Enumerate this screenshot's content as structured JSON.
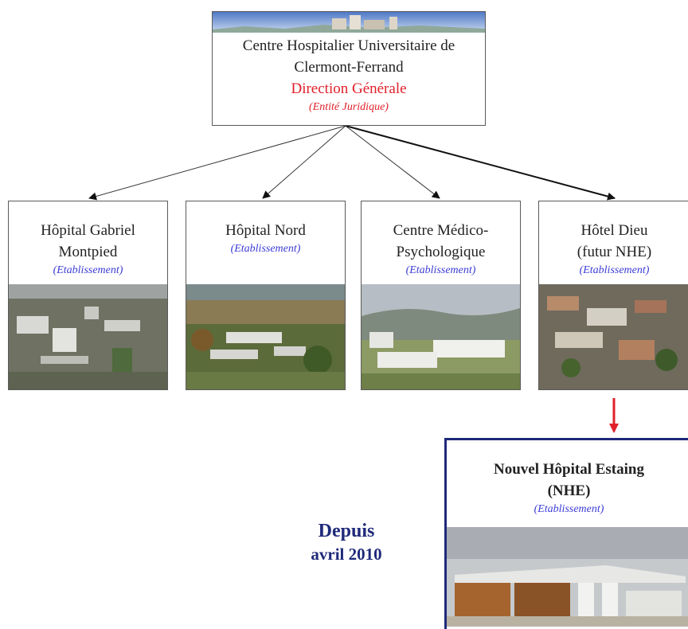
{
  "root": {
    "line1": "Centre Hospitalier Universitaire de",
    "line2": "Clermont-Ferrand",
    "line3": "Direction Générale",
    "line4": "(Entité Juridique)"
  },
  "children": [
    {
      "line1": "Hôpital Gabriel",
      "line2": "Montpied",
      "type": "(Etablissement)"
    },
    {
      "line1": "Hôpital Nord",
      "type": "(Etablissement)"
    },
    {
      "line1": "Centre Médico-",
      "line2": "Psychologique",
      "type": "(Etablissement)"
    },
    {
      "line1": "Hôtel Dieu",
      "line2": "(futur NHE)",
      "type": "(Etablissement)"
    }
  ],
  "nhe": {
    "line1": "Nouvel Hôpital Estaing",
    "line2": "(NHE)",
    "type": "(Etablissement)"
  },
  "since": {
    "line1": "Depuis",
    "line2": "avril 2010"
  },
  "colors": {
    "red": "#e0202a",
    "blue": "#3b3bd6",
    "navy": "#1f2a7a"
  }
}
